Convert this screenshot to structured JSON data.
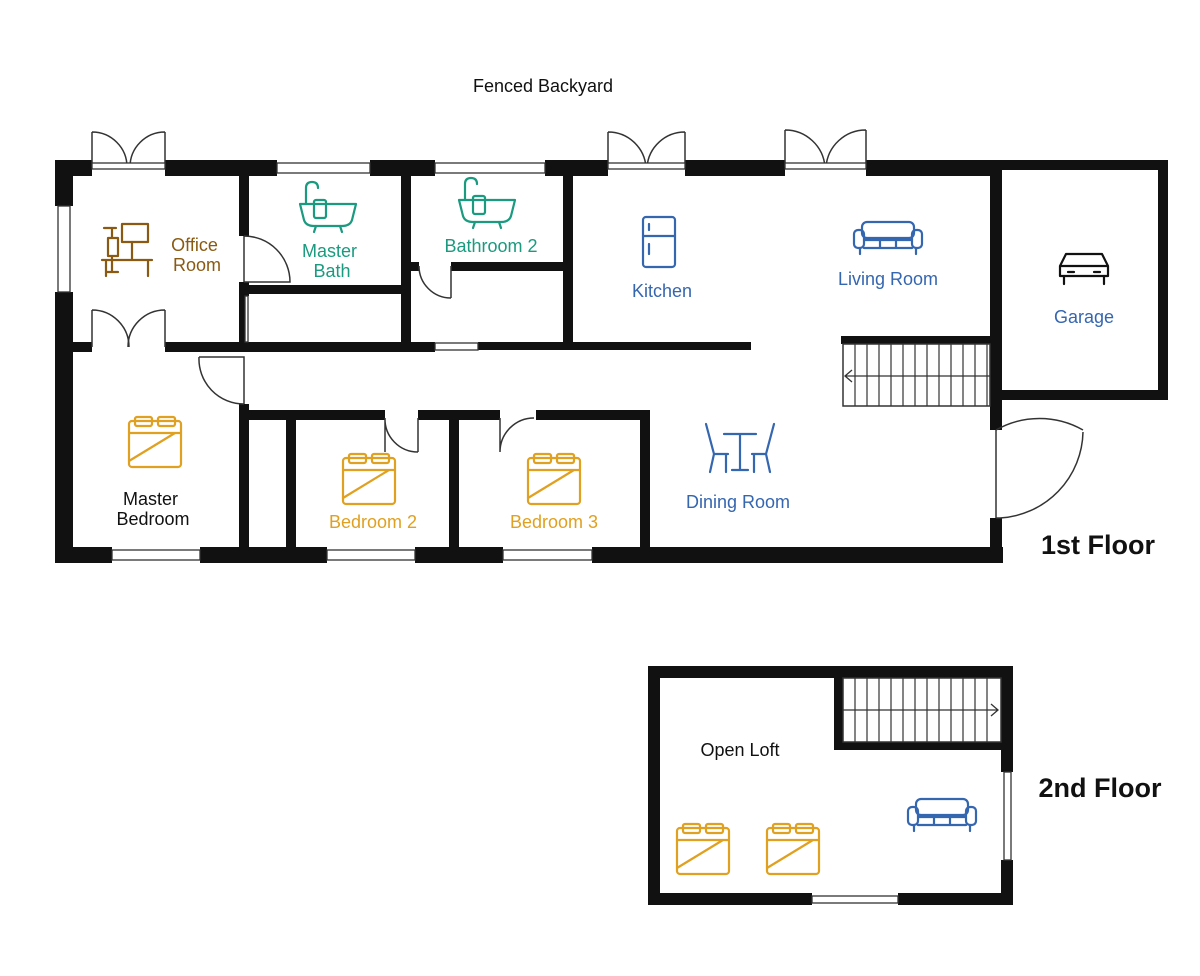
{
  "labels": {
    "backyard": "Fenced Backyard",
    "office": [
      "Office",
      "Room"
    ],
    "master_bath": [
      "Master",
      "Bath"
    ],
    "bathroom2": "Bathroom 2",
    "kitchen": "Kitchen",
    "living_room": "Living Room",
    "garage": "Garage",
    "master_bedroom": [
      "Master",
      "Bedroom"
    ],
    "bedroom2": "Bedroom 2",
    "bedroom3": "Bedroom 3",
    "dining_room": "Dining Room",
    "floor1": "1st Floor",
    "floor2": "2nd Floor",
    "open_loft": "Open Loft"
  },
  "colors": {
    "wall": "#111111",
    "office": "#8a5a12",
    "bath": "#1a9a7e",
    "living": "#3566b0",
    "bedroom": "#e0a020",
    "neutral": "#111111"
  },
  "icons": {
    "office": "desk-chair-icon",
    "bath": "bathtub-icon",
    "kitchen": "fridge-icon",
    "living": "sofa-icon",
    "garage": "car-icon",
    "bedroom": "bed-icon",
    "dining": "dining-table-icon"
  }
}
